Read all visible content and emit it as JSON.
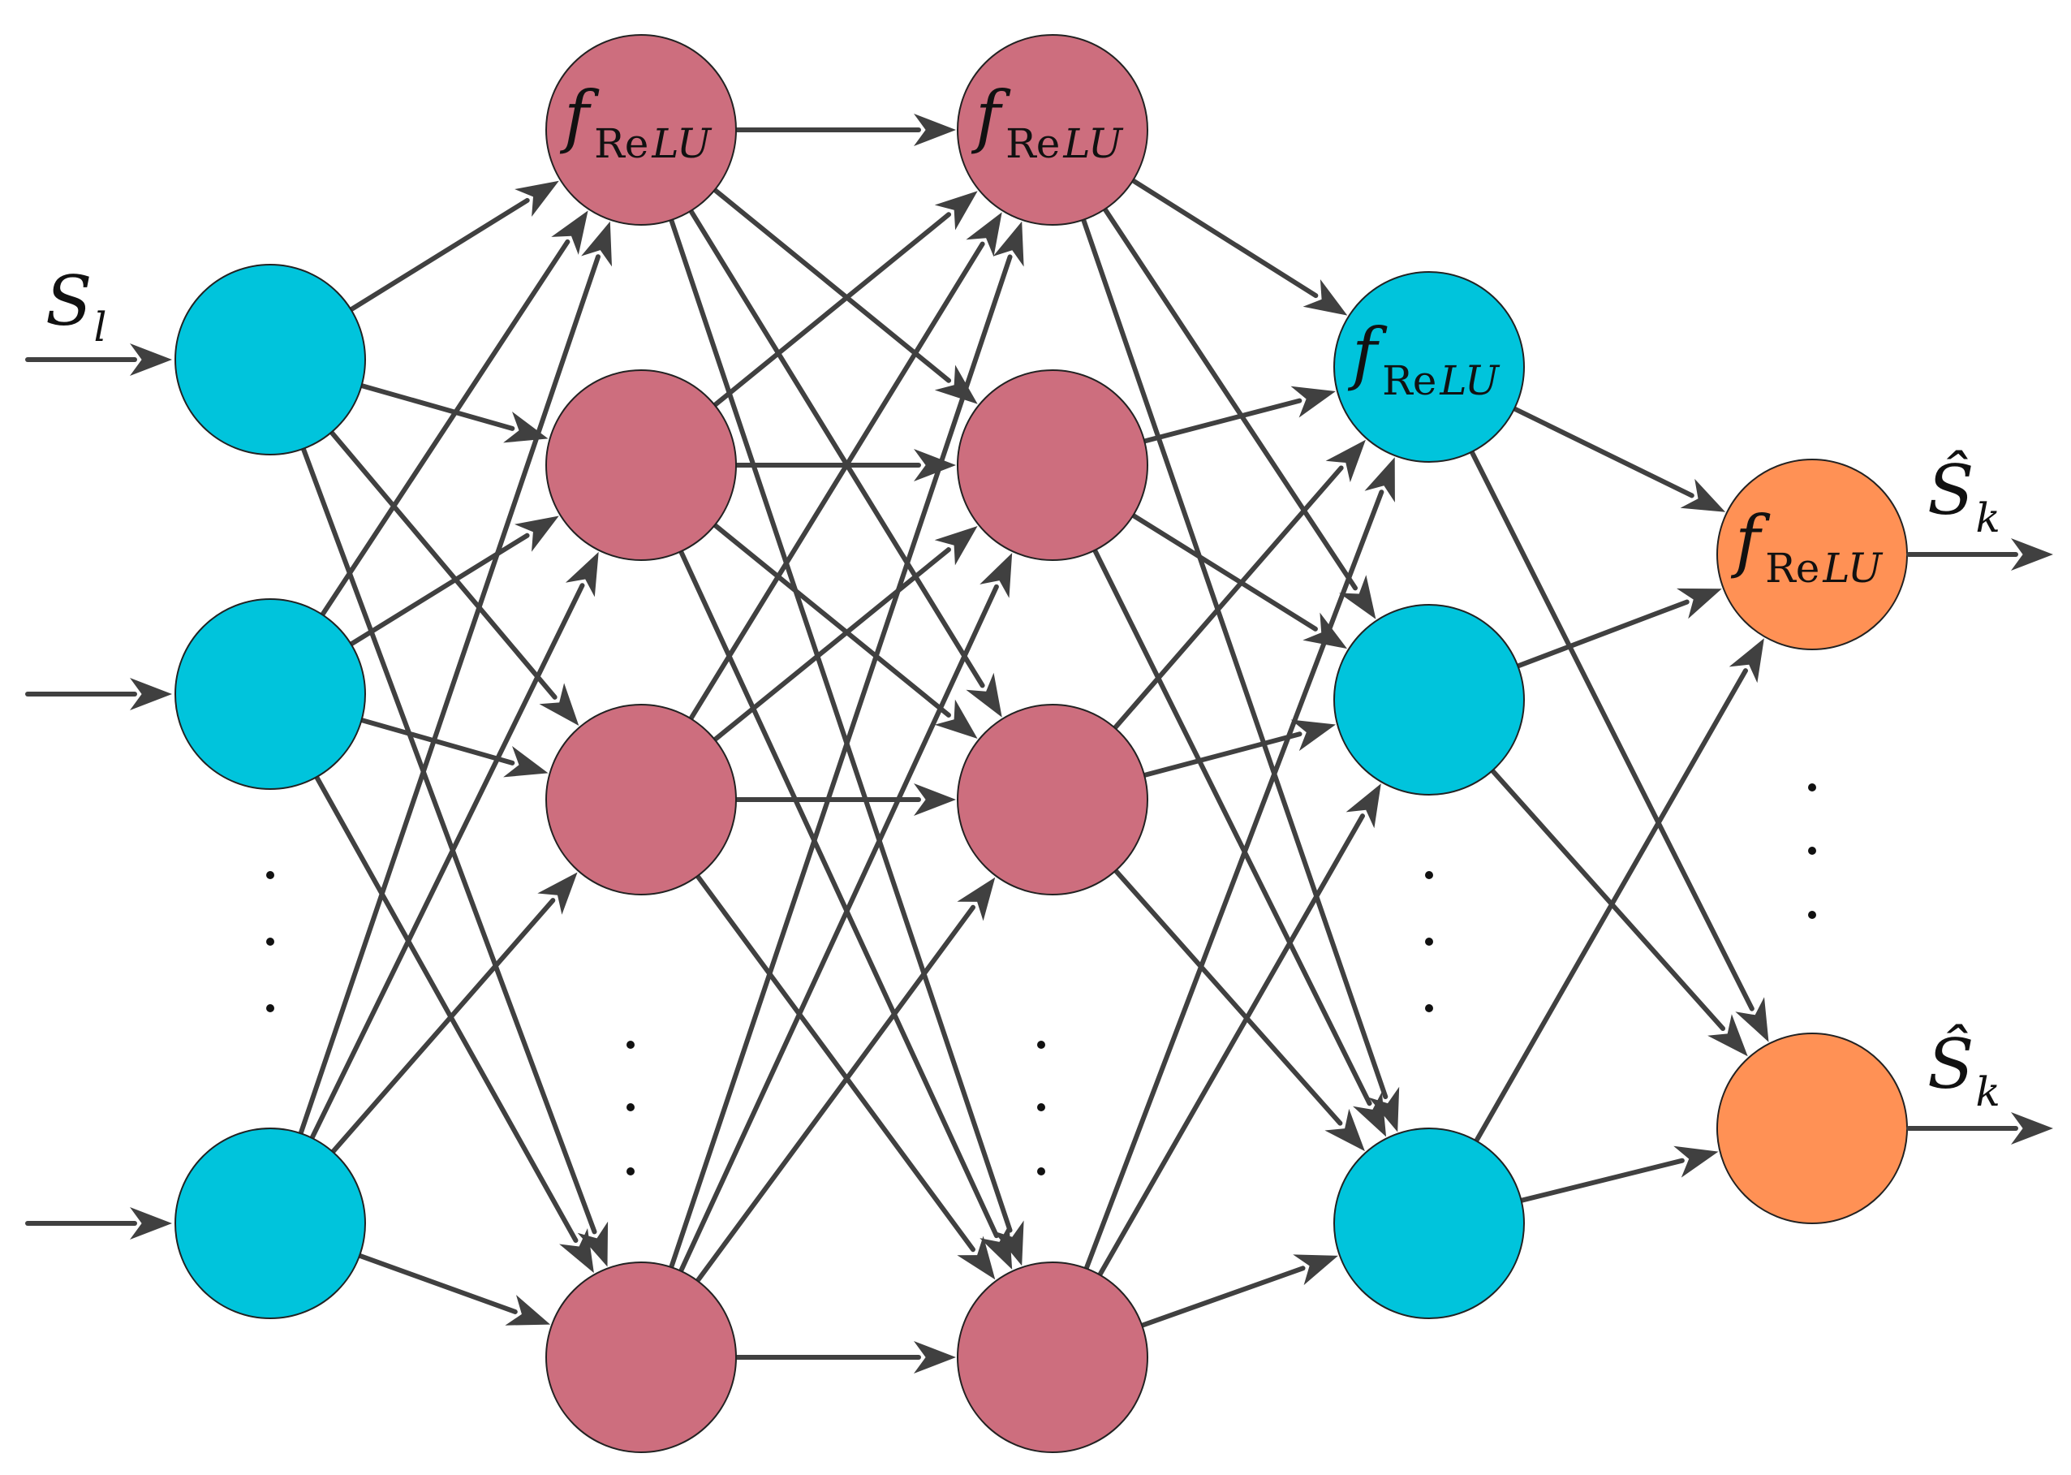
{
  "colors": {
    "input_layer": "#00C4DC",
    "hidden_layer": "#CD6E7E",
    "relu_layer3": "#00C4DC",
    "output_layer": "#FF9155",
    "edges": "#404040"
  },
  "labels": {
    "input_symbol": "S",
    "input_subscript": "l",
    "output_symbol": "Ŝ",
    "output_subscript": "k",
    "relu_f": "f",
    "relu_re": "Re",
    "relu_lu": "LU"
  },
  "layers": [
    {
      "name": "input",
      "node_count_shown": 3,
      "has_ellipsis": true,
      "node_labels": [
        "",
        "",
        ""
      ]
    },
    {
      "name": "hidden-1",
      "node_count_shown": 4,
      "has_ellipsis": true,
      "node_labels": [
        "relu",
        "",
        "",
        ""
      ]
    },
    {
      "name": "hidden-2",
      "node_count_shown": 4,
      "has_ellipsis": true,
      "node_labels": [
        "relu",
        "",
        "",
        ""
      ]
    },
    {
      "name": "hidden-3",
      "node_count_shown": 3,
      "has_ellipsis": true,
      "node_labels": [
        "relu",
        "",
        ""
      ]
    },
    {
      "name": "output",
      "node_count_shown": 2,
      "has_ellipsis": true,
      "node_labels": [
        "relu",
        ""
      ]
    }
  ],
  "connectivity": "fully-connected"
}
